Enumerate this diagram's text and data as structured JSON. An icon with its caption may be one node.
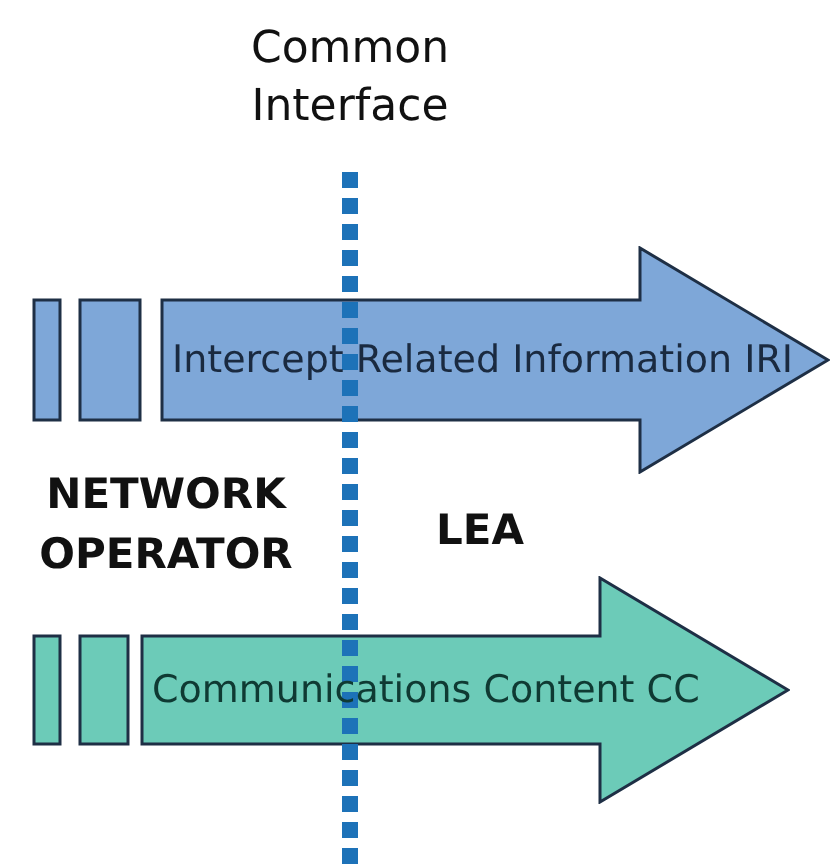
{
  "diagram": {
    "nodes": [
      {
        "text": [
          "Intercept Related Information IRI"
        ]
      },
      {
        "text": [
          "Communications Content CC"
        ]
      }
    ],
    "labels": [
      "Common Interface",
      "NETWORK OPERATOR",
      "LEA"
    ]
  }
}
